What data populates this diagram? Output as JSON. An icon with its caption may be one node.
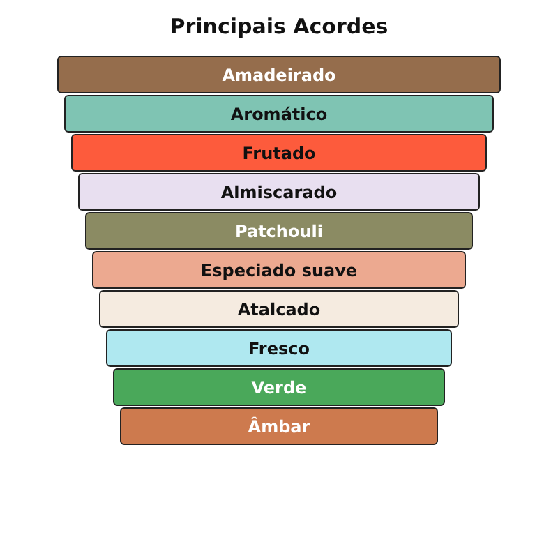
{
  "diagram": {
    "title": "Principais Acordes",
    "nodes": [
      {
        "text": [
          "Amadeirado"
        ]
      },
      {
        "text": [
          "Aromático"
        ]
      },
      {
        "text": [
          "Frutado"
        ]
      },
      {
        "text": [
          "Almiscarado"
        ]
      },
      {
        "text": [
          "Patchouli"
        ]
      },
      {
        "text": [
          "Especiado suave"
        ]
      },
      {
        "text": [
          "Atalcado"
        ]
      },
      {
        "text": [
          "Fresco"
        ]
      },
      {
        "text": [
          "Verde"
        ]
      },
      {
        "text": [
          "Âmbar"
        ]
      }
    ]
  }
}
